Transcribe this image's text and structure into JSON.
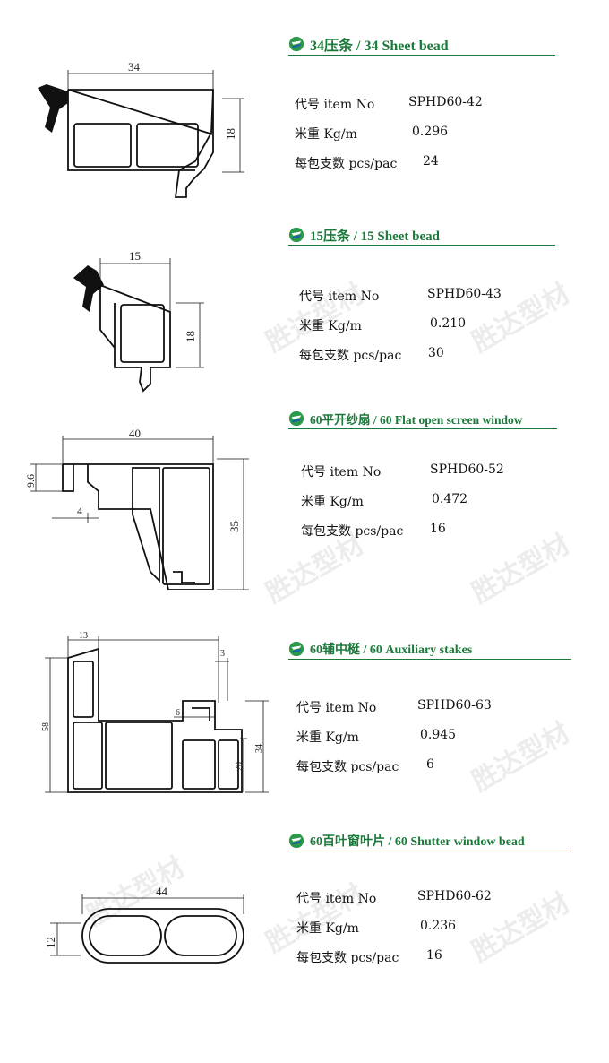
{
  "watermark": "胜达型材",
  "colors": {
    "accent": "#1b7a3a",
    "logo": "#2a9a4a",
    "logo_dark": "#1e5fa8"
  },
  "labels": {
    "item": "代号  item No",
    "weight": "米重  Kg/m",
    "pack": "每包支数 pcs/pac"
  },
  "products": [
    {
      "title": "34压条 / 34 Sheet bead",
      "item_no": "SPHD60-42",
      "weight": "0.296",
      "pack": "24",
      "dims": [
        "34",
        "18"
      ]
    },
    {
      "title": "15压条 / 15 Sheet bead",
      "item_no": "SPHD60-43",
      "weight": "0.210",
      "pack": "30",
      "dims": [
        "15",
        "18"
      ]
    },
    {
      "title": "60平开纱扇 / 60 Flat open screen window",
      "item_no": "SPHD60-52",
      "weight": "0.472",
      "pack": "16",
      "dims": [
        "40",
        "9.6",
        "4",
        "35"
      ]
    },
    {
      "title": "60辅中梃 / 60 Auxiliary stakes",
      "item_no": "SPHD60-63",
      "weight": "0.945",
      "pack": "6",
      "dims": [
        "13",
        "58",
        "3",
        "6",
        "34",
        "20"
      ]
    },
    {
      "title": "60百叶窗叶片 / 60 Shutter window bead",
      "item_no": "SPHD60-62",
      "weight": "0.236",
      "pack": "16",
      "dims": [
        "44",
        "12"
      ]
    }
  ]
}
